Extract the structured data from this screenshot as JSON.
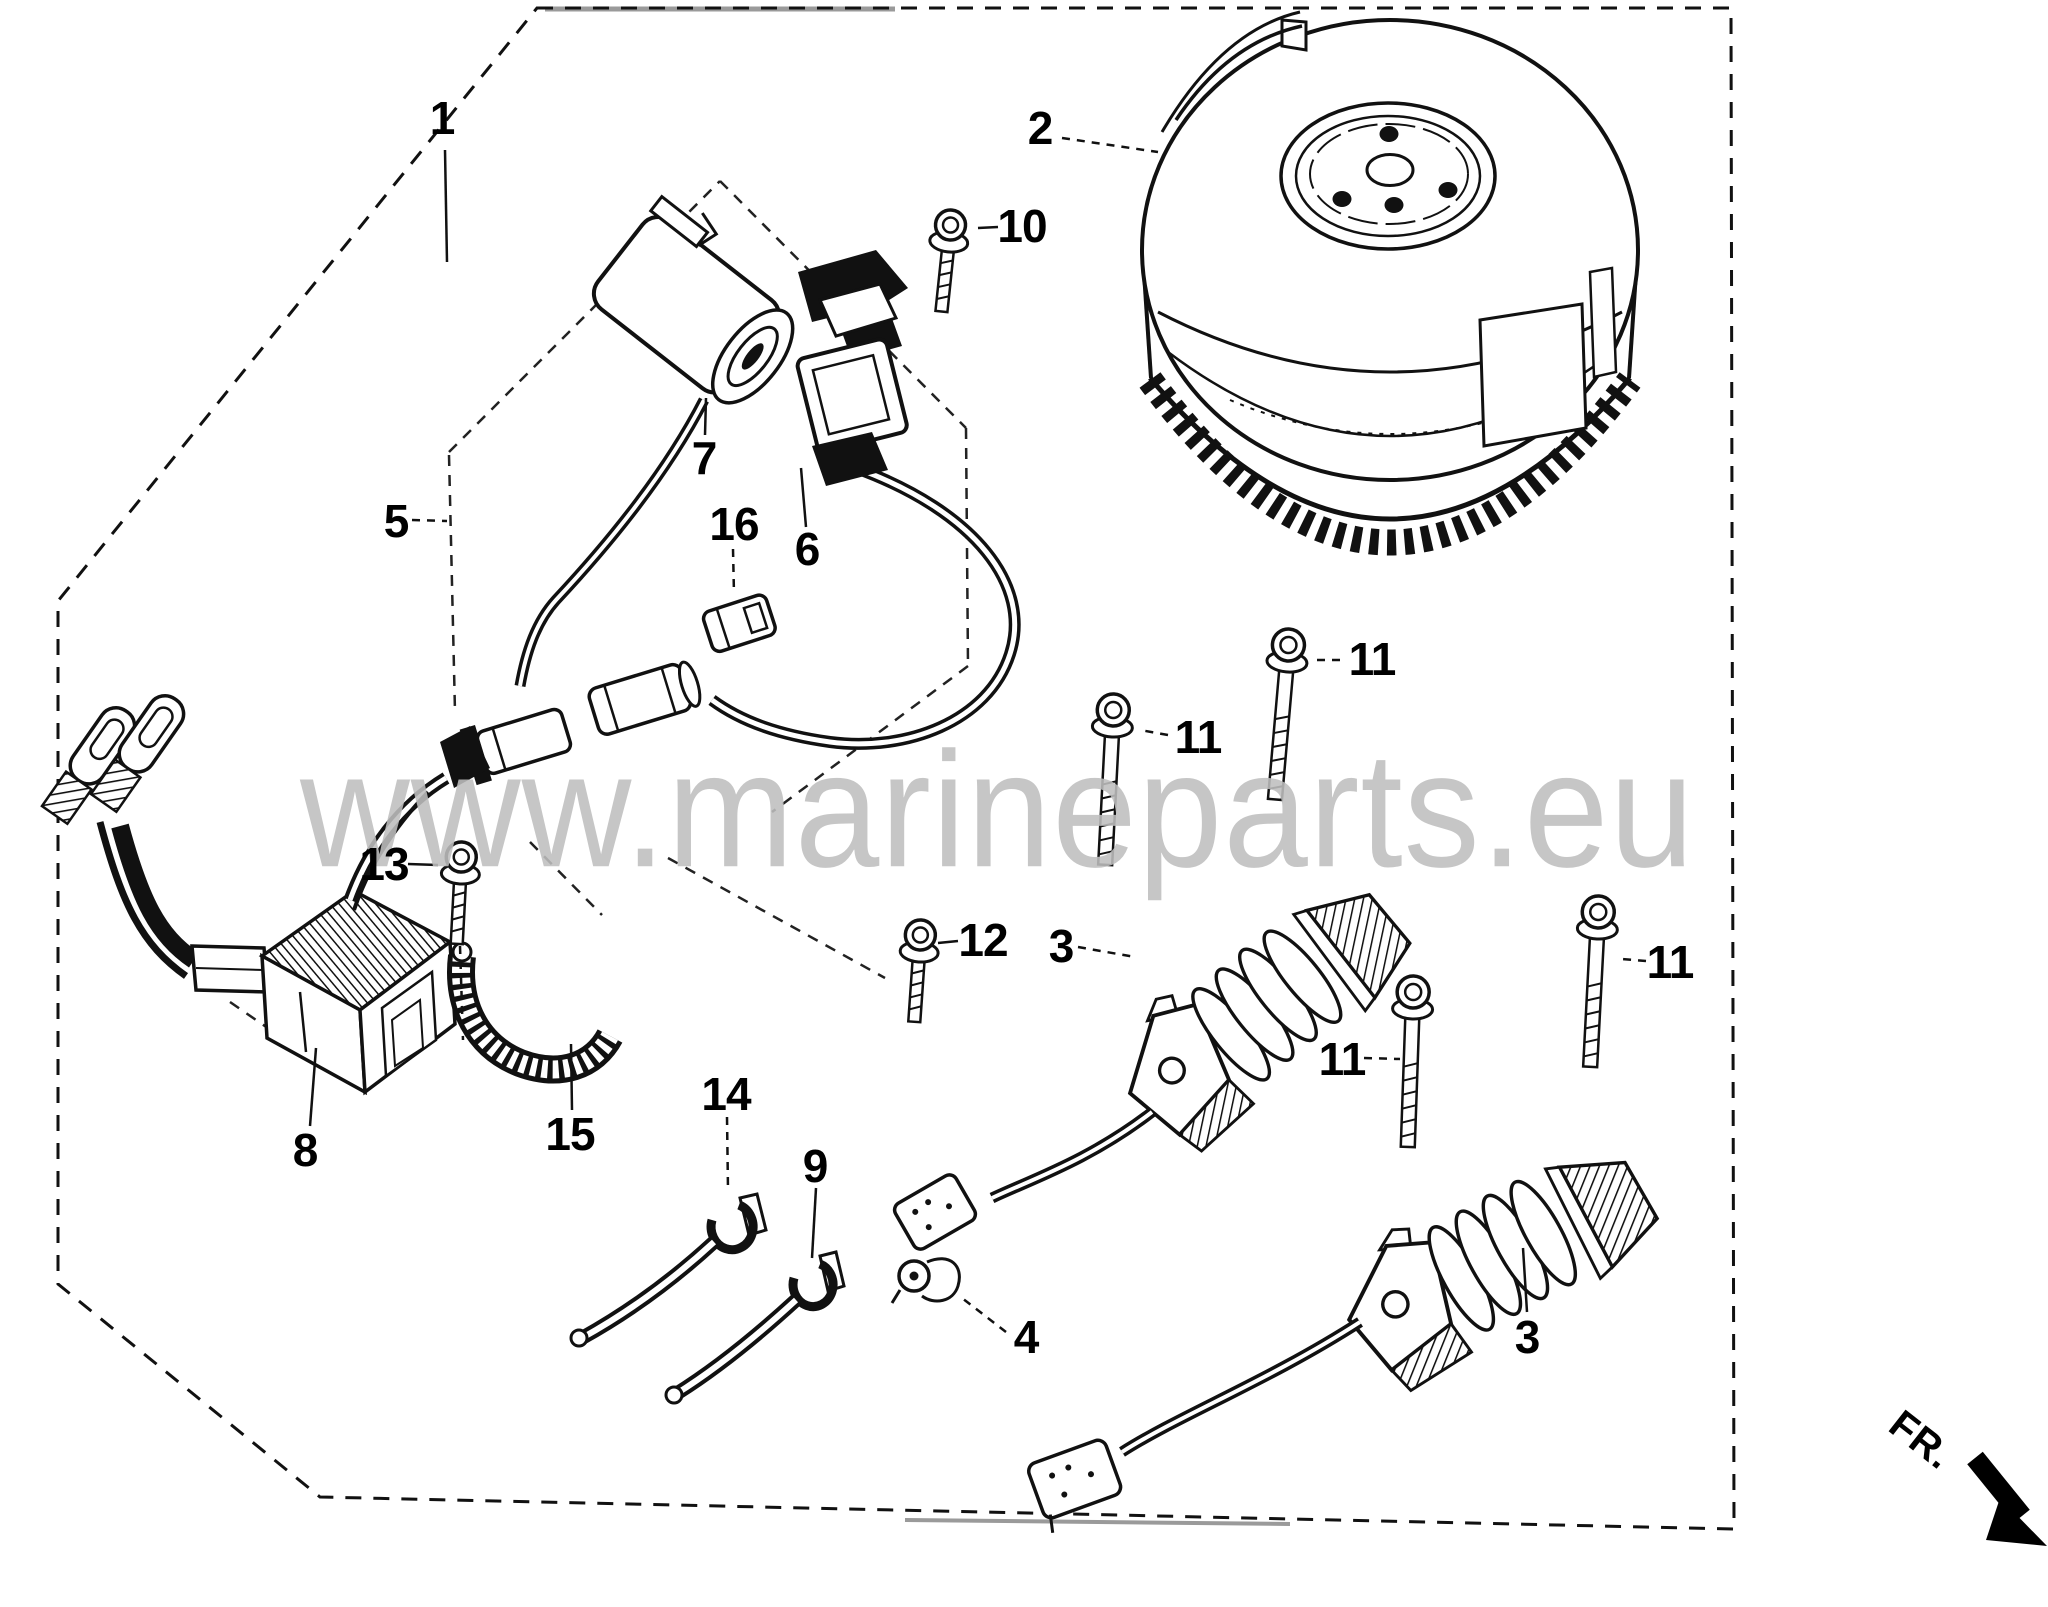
{
  "diagram": {
    "watermark_text": "www.marineparts.eu",
    "orientation_label": "FR.",
    "part_labels": {
      "p1": "1",
      "p2": "2",
      "p3": "3",
      "p4": "4",
      "p5": "5",
      "p6": "6",
      "p7": "7",
      "p8": "8",
      "p9": "9",
      "p10": "10",
      "p11": "11",
      "p12": "12",
      "p13": "13",
      "p14": "14",
      "p15": "15",
      "p16": "16"
    }
  }
}
